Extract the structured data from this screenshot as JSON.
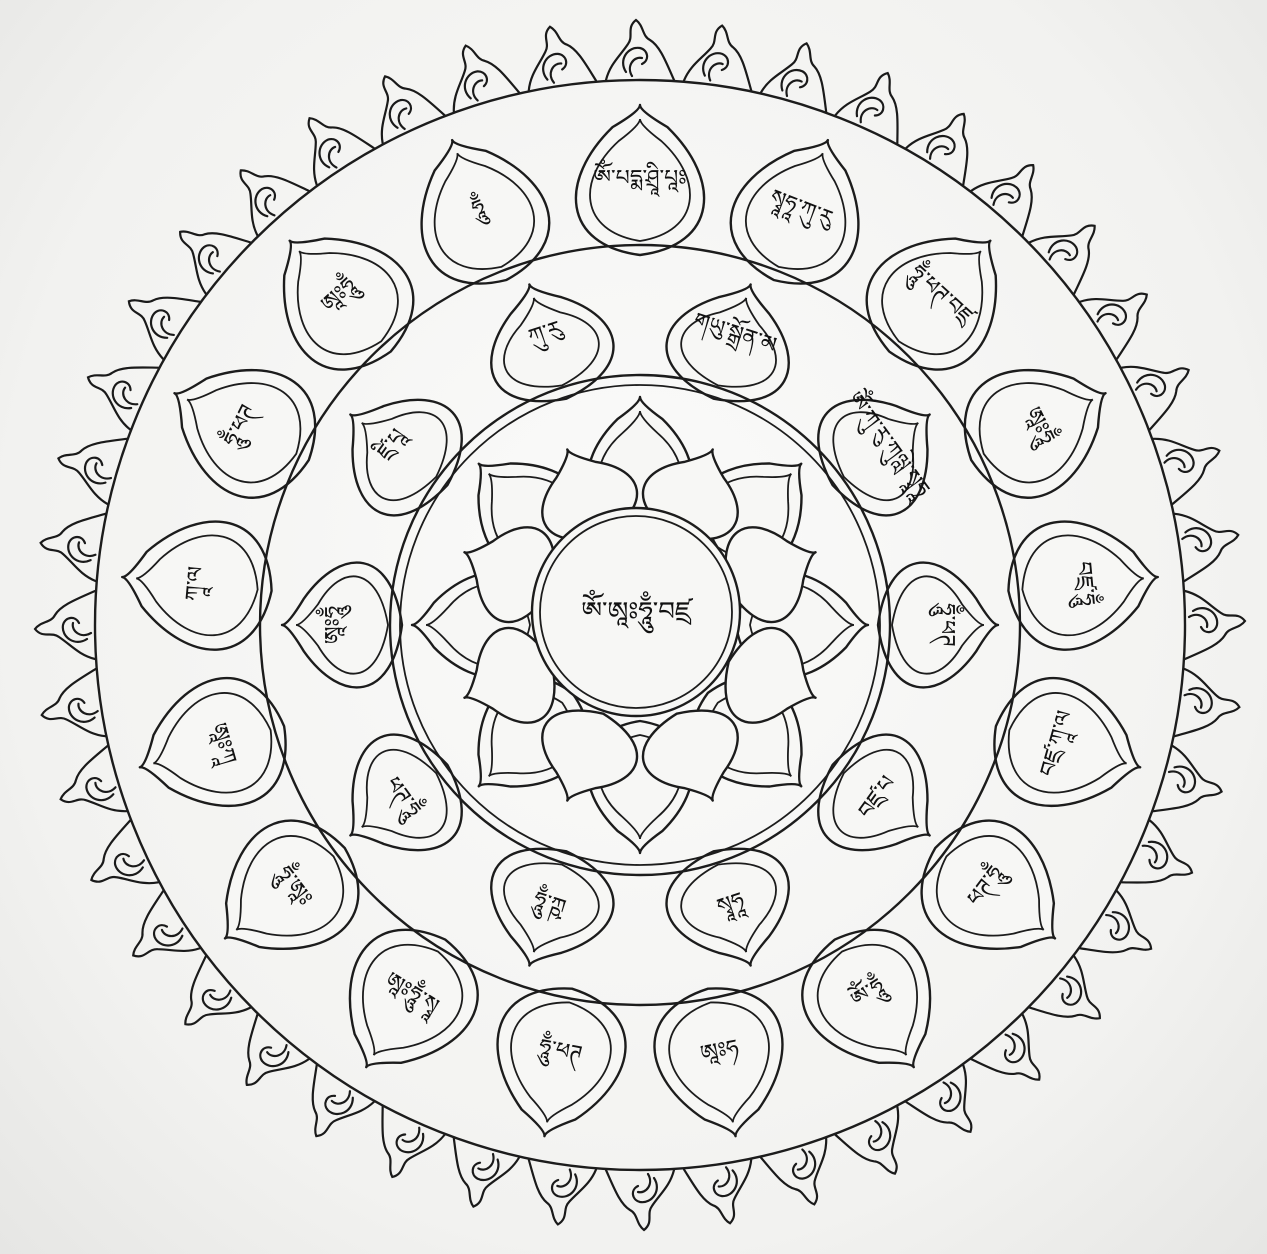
{
  "mandala": {
    "center_syllables": "ༀ་ཨཱཿཧཱུྃ་བཛྲ",
    "inner_petal_count": 8,
    "middle_ring_labels": [
      "གཡུ་སྒྲོན་མ",
      "ཨོཾ་ཀུ་རུ་ཀུལླེ་སྭཱཧཱ",
      "ཧཱུྃ་ཕཊ",
      "བཛྲ་པ",
      "སྭཱཧཱ",
      "ཧཱུྃ་ཀྵ",
      "ཕཊ་ཧཱུྃ",
      "ཨཱཿཧཱུྃ",
      "ཛྲི་པཱ",
      "ཀུ་རུ"
    ],
    "outer_ring_labels": [
      "ཨོཾ་པདྨ་ཤྲཱི་པཱཿ",
      "སྭཱཧཱ་ཀུ་རུ",
      "ཧཱུྃ་ཕཊ་བཛྲ",
      "ཨཱཿཧཱུྃ",
      "བཛྲ་ཧཱུྃ",
      "བཛྲ་ཀཱ་ལ",
      "ཕཊ་ཧཱུྃ",
      "ཨོཾ་ཧཱུྃ",
      "ཨཱཿཧ",
      "ཧཱུྃ་ཕཊ",
      "ཨཱཿཧཱུྃ་སྭཱ",
      "ཧཱུྃ་ཨཱཿ",
      "ཨཱཿཀཱ",
      "ཀཱ་ལ",
      "ཧཱུྃ་ཕཊ",
      "ཨཱཿཧཱུྃ",
      "ཧཱུྃ"
    ]
  },
  "colors": {
    "ink": "#1c1c1c",
    "paper": "#f4f4f2"
  }
}
